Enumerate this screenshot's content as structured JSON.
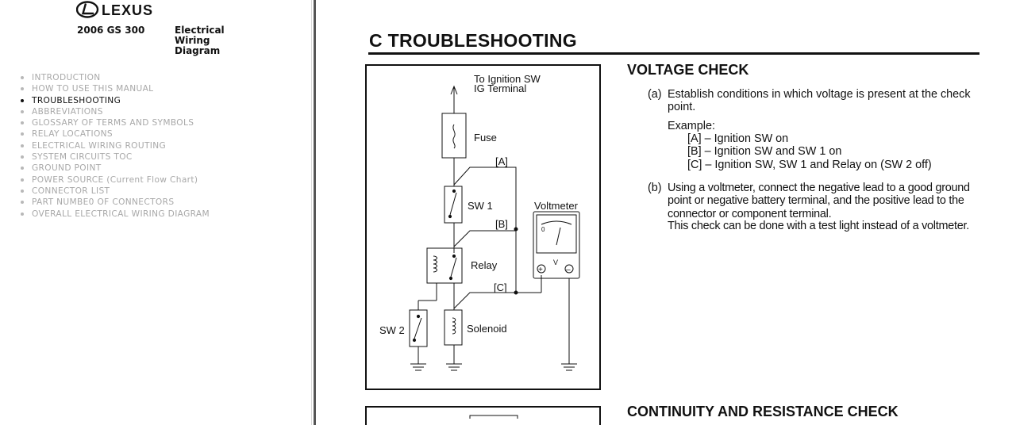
{
  "sidebar": {
    "brand": "LEXUS",
    "model": "2006 GS 300",
    "doc_type": "Electrical Wiring Diagram",
    "toc": [
      {
        "label": "INTRODUCTION",
        "active": false
      },
      {
        "label": "HOW TO USE THIS MANUAL",
        "active": false
      },
      {
        "label": "TROUBLESHOOTING",
        "active": true
      },
      {
        "label": "ABBREVIATIONS",
        "active": false
      },
      {
        "label": "GLOSSARY OF TERMS AND SYMBOLS",
        "active": false
      },
      {
        "label": "RELAY LOCATIONS",
        "active": false
      },
      {
        "label": "ELECTRICAL WIRING ROUTING",
        "active": false
      },
      {
        "label": "SYSTEM CIRCUITS TOC",
        "active": false
      },
      {
        "label": "GROUND POINT",
        "active": false
      },
      {
        "label": "POWER SOURCE (Current Flow Chart)",
        "active": false
      },
      {
        "label": "CONNECTOR LIST",
        "active": false
      },
      {
        "label": "PART NUMBE0 OF CONNECTORS",
        "active": false
      },
      {
        "label": "OVERALL ELECTRICAL WIRING DIAGRAM",
        "active": false
      }
    ]
  },
  "main": {
    "section_title": "C  TROUBLESHOOTING",
    "voltage_check": {
      "heading": "VOLTAGE CHECK",
      "a_label": "(a)",
      "a_text": "Establish conditions in which voltage is present at the check point.",
      "example_label": "Example:",
      "example_items": [
        "[A] –  Ignition SW on",
        "[B] –  Ignition SW and SW 1 on",
        "[C] –  Ignition SW, SW 1 and Relay on (SW 2 off)"
      ],
      "b_label": "(b)",
      "b_text": "Using a voltmeter, connect the negative lead to a good ground point or negative battery terminal, and the positive lead to the connector or component terminal.",
      "b_note": "This check can be done with a test light instead of a voltmeter."
    },
    "continuity_heading": "CONTINUITY AND RESISTANCE CHECK",
    "diagram": {
      "top_label_1": "To Ignition SW",
      "top_label_2": "IG Terminal",
      "fuse_label": "Fuse",
      "point_a": "[A]",
      "point_b": "[B]",
      "point_c": "[C]",
      "sw1_label": "SW 1",
      "sw2_label": "SW 2",
      "relay_label": "Relay",
      "solenoid_label": "Solenoid",
      "voltmeter_label": "Voltmeter",
      "meter_zero": "0",
      "meter_unit": "V",
      "plus": "+",
      "minus": "–"
    }
  }
}
